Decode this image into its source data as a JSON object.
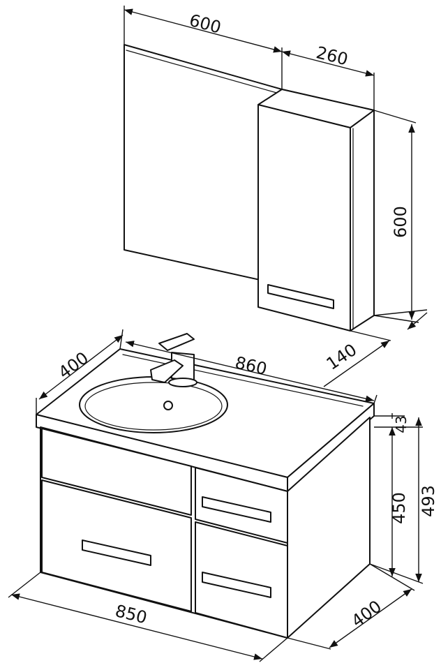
{
  "dimensions": {
    "mirror_width": "600",
    "cabinet_width": "260",
    "mirror_height": "600",
    "cabinet_depth": "140",
    "top_depth": "400",
    "top_width": "860",
    "top_thickness": "43",
    "body_height": "450",
    "total_height": "493",
    "base_width": "850",
    "base_depth": "400"
  }
}
